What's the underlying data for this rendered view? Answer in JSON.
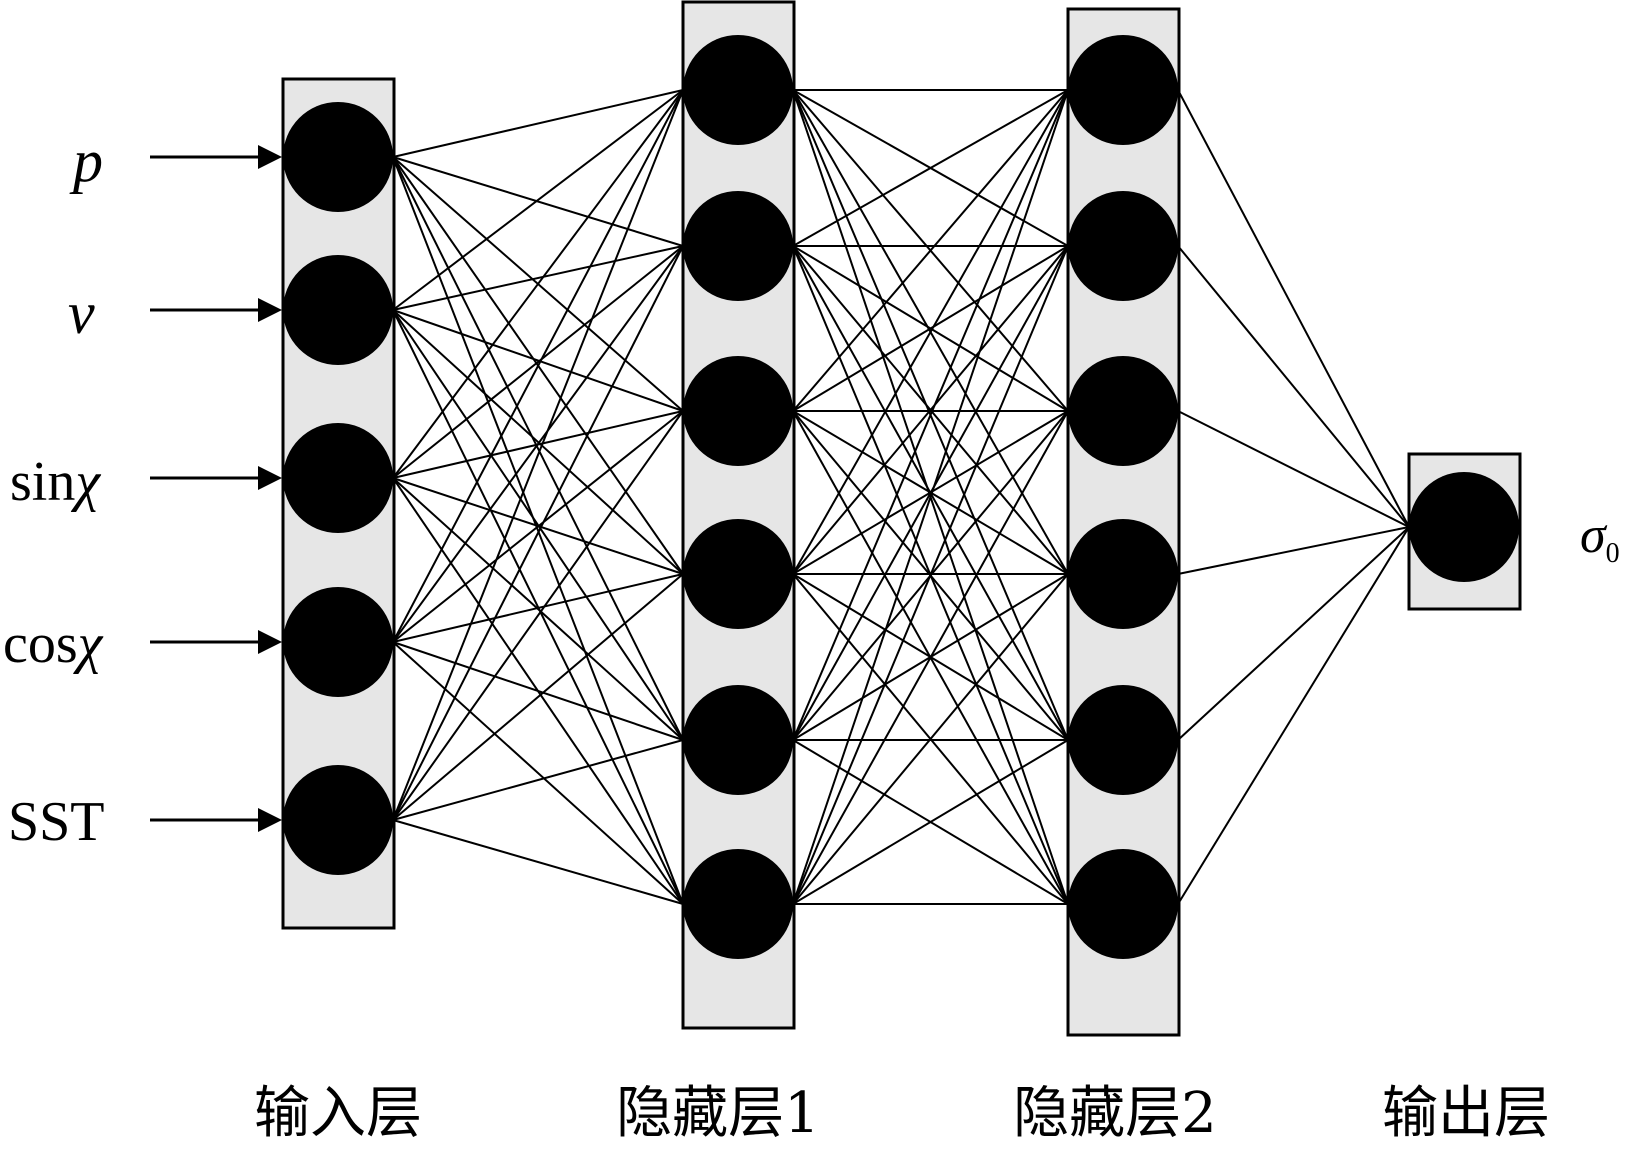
{
  "inputs": {
    "p": "p",
    "v": "v",
    "sin_prefix": "sin",
    "sin_symbol": "χ",
    "cos_prefix": "cos",
    "cos_symbol": "χ",
    "sst": "SST"
  },
  "output": {
    "symbol": "σ",
    "subscript": "0"
  },
  "layers": {
    "input": "输入层",
    "hidden1": "隐藏层1",
    "hidden2": "隐藏层2",
    "output": "输出层"
  },
  "structure": {
    "input_nodes": 5,
    "hidden1_nodes": 6,
    "hidden2_nodes": 6,
    "output_nodes": 1,
    "node_color": "#000000",
    "layer_fill": "#e6e6e6"
  }
}
